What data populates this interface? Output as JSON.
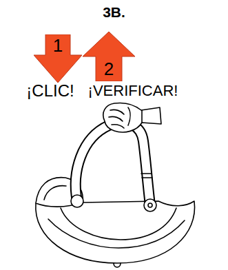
{
  "diagram": {
    "title": "3B.",
    "nodes": [
      {
        "text": [
          "1",
          "¡CLIC!"
        ]
      },
      {
        "text": [
          "2",
          "¡VERIFICAR!"
        ]
      }
    ]
  }
}
